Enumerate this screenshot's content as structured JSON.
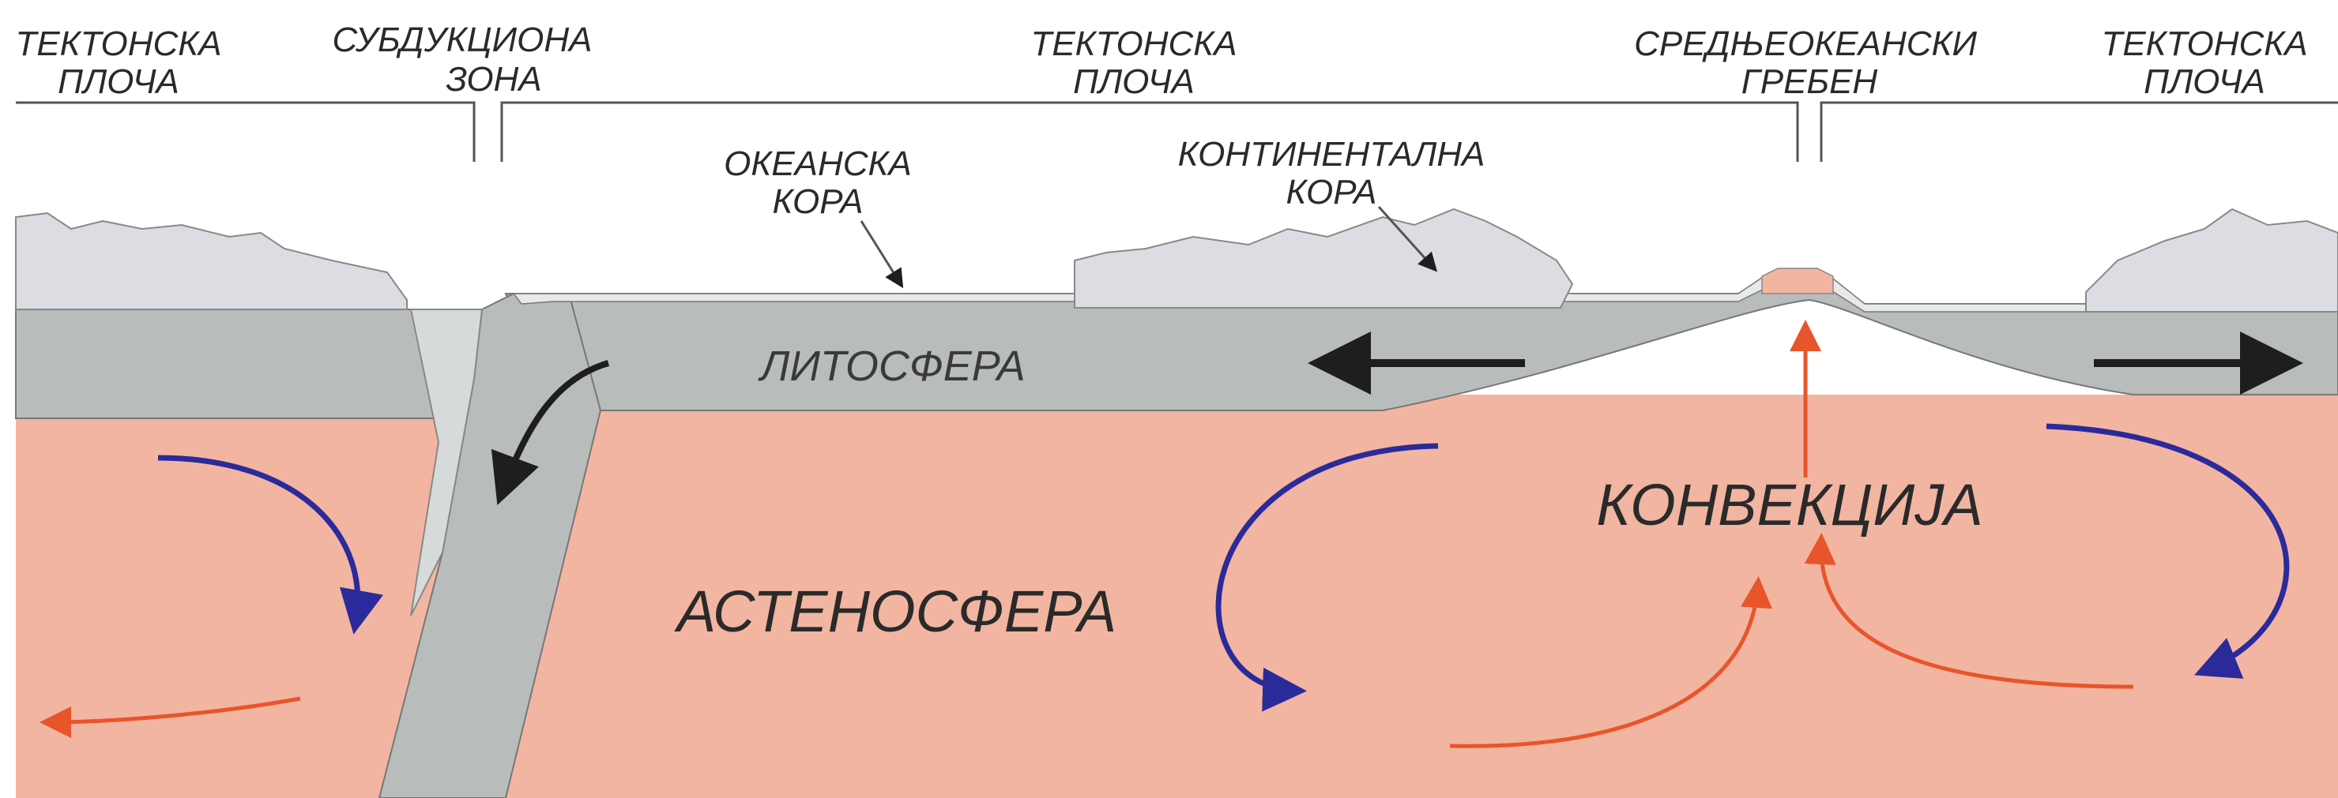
{
  "labels": {
    "plate_left_1": "ТЕКТОНСКА",
    "plate_left_2": "ПЛОЧА",
    "subduction_1": "СУБДУКЦИОНА",
    "subduction_2": "ЗОНА",
    "plate_mid_1": "ТЕКТОНСКА",
    "plate_mid_2": "ПЛОЧА",
    "ridge_1": "СРЕДЊЕОКЕАНСКИ",
    "ridge_2": "ГРЕБЕН",
    "plate_right_1": "ТЕКТОНСКА",
    "plate_right_2": "ПЛОЧА",
    "oceanic_crust_1": "ОКЕАНСКА",
    "oceanic_crust_2": "КОРА",
    "continental_crust_1": "КОНТИНЕНТАЛНА",
    "continental_crust_2": "КОРА",
    "lithosphere": "ЛИТОСФЕРА",
    "asthenosphere": "АСТЕНОСФЕРА",
    "convection": "КОНВЕКЦИЈА"
  },
  "colors": {
    "asthenosphere": "#f2b5a1",
    "lithosphere": "#b8bcba",
    "slab_edge": "#d7dadb",
    "continental_crust": "#dcdde3",
    "oceanic_crust": "#e8e9eb",
    "convection_down": "#2b2a9a",
    "convection_up": "#e8552a",
    "plate_motion": "#1e1e1e"
  }
}
